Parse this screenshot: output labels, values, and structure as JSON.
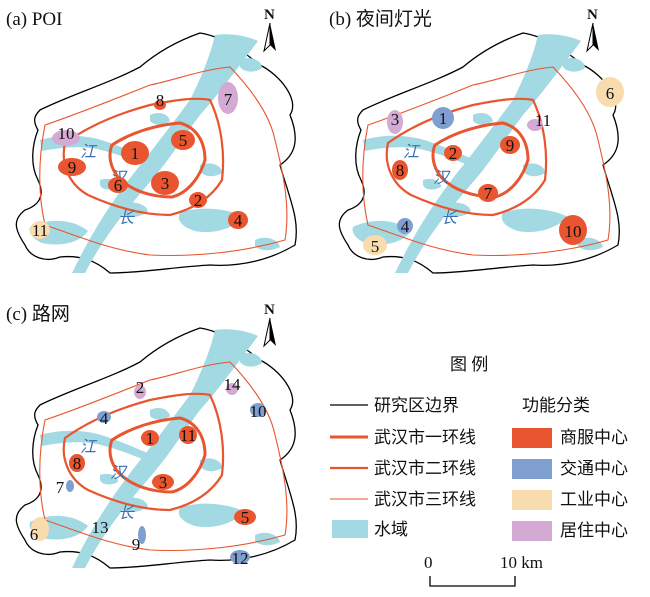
{
  "panels": [
    {
      "id": "a",
      "title": "(a) POI",
      "north": "N",
      "centers": [
        {
          "label": "1",
          "function": "commercial"
        },
        {
          "label": "2",
          "function": "commercial"
        },
        {
          "label": "3",
          "function": "commercial"
        },
        {
          "label": "4",
          "function": "commercial"
        },
        {
          "label": "5",
          "function": "commercial"
        },
        {
          "label": "6",
          "function": "commercial"
        },
        {
          "label": "7",
          "function": "residential"
        },
        {
          "label": "8",
          "function": "commercial"
        },
        {
          "label": "9",
          "function": "commercial"
        },
        {
          "label": "10",
          "function": "residential"
        },
        {
          "label": "11",
          "function": "industrial"
        }
      ]
    },
    {
      "id": "b",
      "title": "(b) 夜间灯光",
      "north": "N",
      "centers": [
        {
          "label": "1",
          "function": "transport"
        },
        {
          "label": "2",
          "function": "commercial"
        },
        {
          "label": "3",
          "function": "residential"
        },
        {
          "label": "4",
          "function": "transport"
        },
        {
          "label": "5",
          "function": "industrial"
        },
        {
          "label": "6",
          "function": "industrial"
        },
        {
          "label": "7",
          "function": "commercial"
        },
        {
          "label": "8",
          "function": "commercial"
        },
        {
          "label": "9",
          "function": "commercial"
        },
        {
          "label": "10",
          "function": "commercial"
        },
        {
          "label": "11",
          "function": "residential"
        }
      ]
    },
    {
      "id": "c",
      "title": "(c) 路网",
      "north": "N",
      "centers": [
        {
          "label": "1",
          "function": "commercial"
        },
        {
          "label": "2",
          "function": "residential"
        },
        {
          "label": "3",
          "function": "commercial"
        },
        {
          "label": "4",
          "function": "transport"
        },
        {
          "label": "5",
          "function": "commercial"
        },
        {
          "label": "6",
          "function": "industrial"
        },
        {
          "label": "7",
          "function": "transport"
        },
        {
          "label": "8",
          "function": "commercial"
        },
        {
          "label": "9",
          "function": "transport"
        },
        {
          "label": "10",
          "function": "transport"
        },
        {
          "label": "11",
          "function": "commercial"
        },
        {
          "label": "12",
          "function": "transport"
        },
        {
          "label": "13",
          "function": "transport"
        },
        {
          "label": "14",
          "function": "residential"
        }
      ]
    }
  ],
  "river_labels": [
    "江",
    "汉",
    "长"
  ],
  "legend": {
    "title": "图 例",
    "boundary": "研究区边界",
    "ring1": "武汉市一环线",
    "ring2": "武汉市二环线",
    "ring3": "武汉市三环线",
    "water": "水域",
    "function_title": "功能分类",
    "commercial": "商服中心",
    "transport": "交通中心",
    "industrial": "工业中心",
    "residential": "居住中心"
  },
  "scale": {
    "start": "0",
    "end": "10 km"
  },
  "colors": {
    "commercial": "#e8552e",
    "transport": "#7f9fd0",
    "industrial": "#f9dcae",
    "residential": "#d4aad4",
    "water": "#a2d9e3",
    "ring": "#e8552e",
    "boundary": "#000000"
  }
}
